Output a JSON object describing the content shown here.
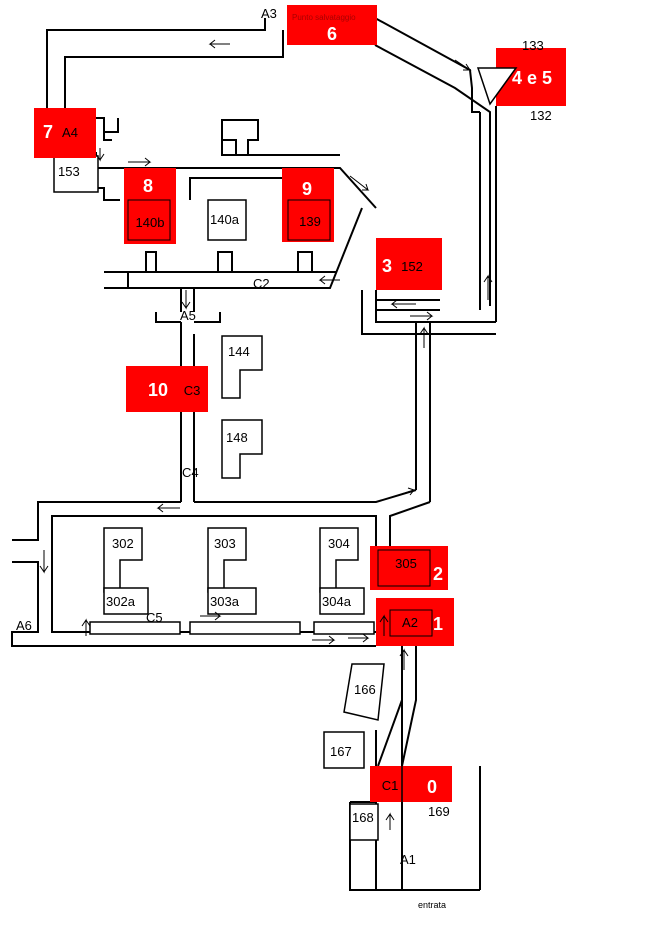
{
  "red_zones": [
    {
      "id": "zone-6",
      "number": "6",
      "extra": "Punto salvataggio"
    },
    {
      "id": "zone-4e5",
      "number": "4 e 5",
      "extra": ""
    },
    {
      "id": "zone-7",
      "number": "7",
      "extra": "A4"
    },
    {
      "id": "zone-8",
      "number": "8",
      "extra": "140b"
    },
    {
      "id": "zone-9",
      "number": "9",
      "extra": "139"
    },
    {
      "id": "zone-3",
      "number": "3",
      "extra": "152"
    },
    {
      "id": "zone-10",
      "number": "10",
      "extra": "C3"
    },
    {
      "id": "zone-2",
      "number": "2",
      "extra": "305"
    },
    {
      "id": "zone-1",
      "number": "1",
      "extra": "A2"
    },
    {
      "id": "zone-0",
      "number": "0",
      "extra": "C1"
    }
  ],
  "labels": {
    "a1": "A1",
    "a3": "A3",
    "a5": "A5",
    "a6": "A6",
    "c2": "C2",
    "c4": "C4",
    "c5": "C5",
    "r133": "133",
    "r132": "132",
    "r153": "153",
    "r140a": "140a",
    "r144": "144",
    "r148": "148",
    "r302": "302",
    "r303": "303",
    "r304": "304",
    "r302a": "302a",
    "r303a": "303a",
    "r304a": "304a",
    "r166": "166",
    "r167": "167",
    "r168": "168",
    "r169": "169",
    "entrata": "entrata"
  }
}
